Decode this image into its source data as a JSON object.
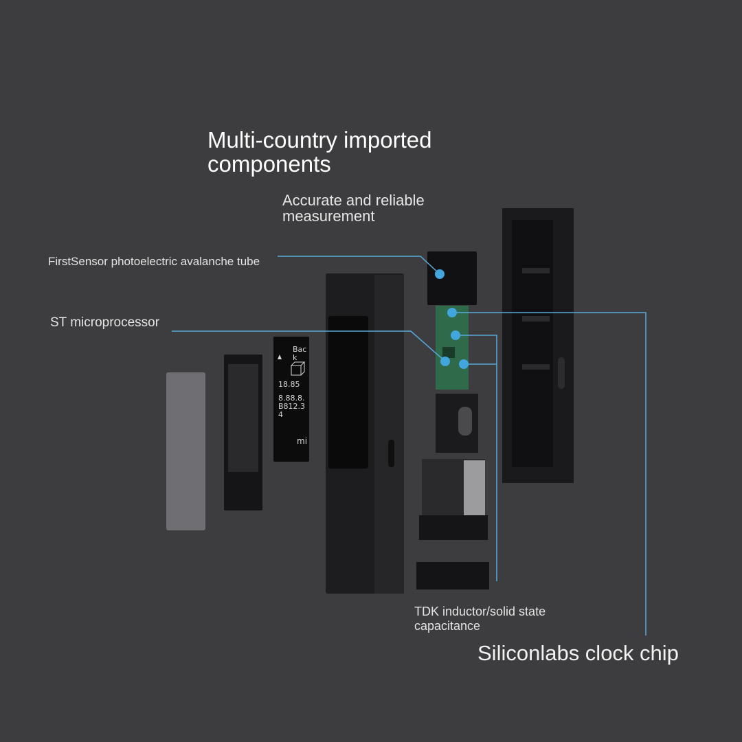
{
  "header": {
    "title": "Multi-country imported components",
    "subtitle": "Accurate and reliable measurement"
  },
  "callouts": {
    "sensor": "FirstSensor photoelectric avalanche tube",
    "processor": "ST microprocessor",
    "inductor": "TDK inductor/solid state capacitance",
    "clock": "Siliconlabs clock chip"
  },
  "display": {
    "back": "Back",
    "value1": "18.85",
    "value2": "8.88.8.",
    "value3": "B812.34",
    "logo": "mi"
  },
  "colors": {
    "callout_line": "#58a9dc",
    "callout_dot": "#43a5dd",
    "background": "#3d3d3f"
  }
}
